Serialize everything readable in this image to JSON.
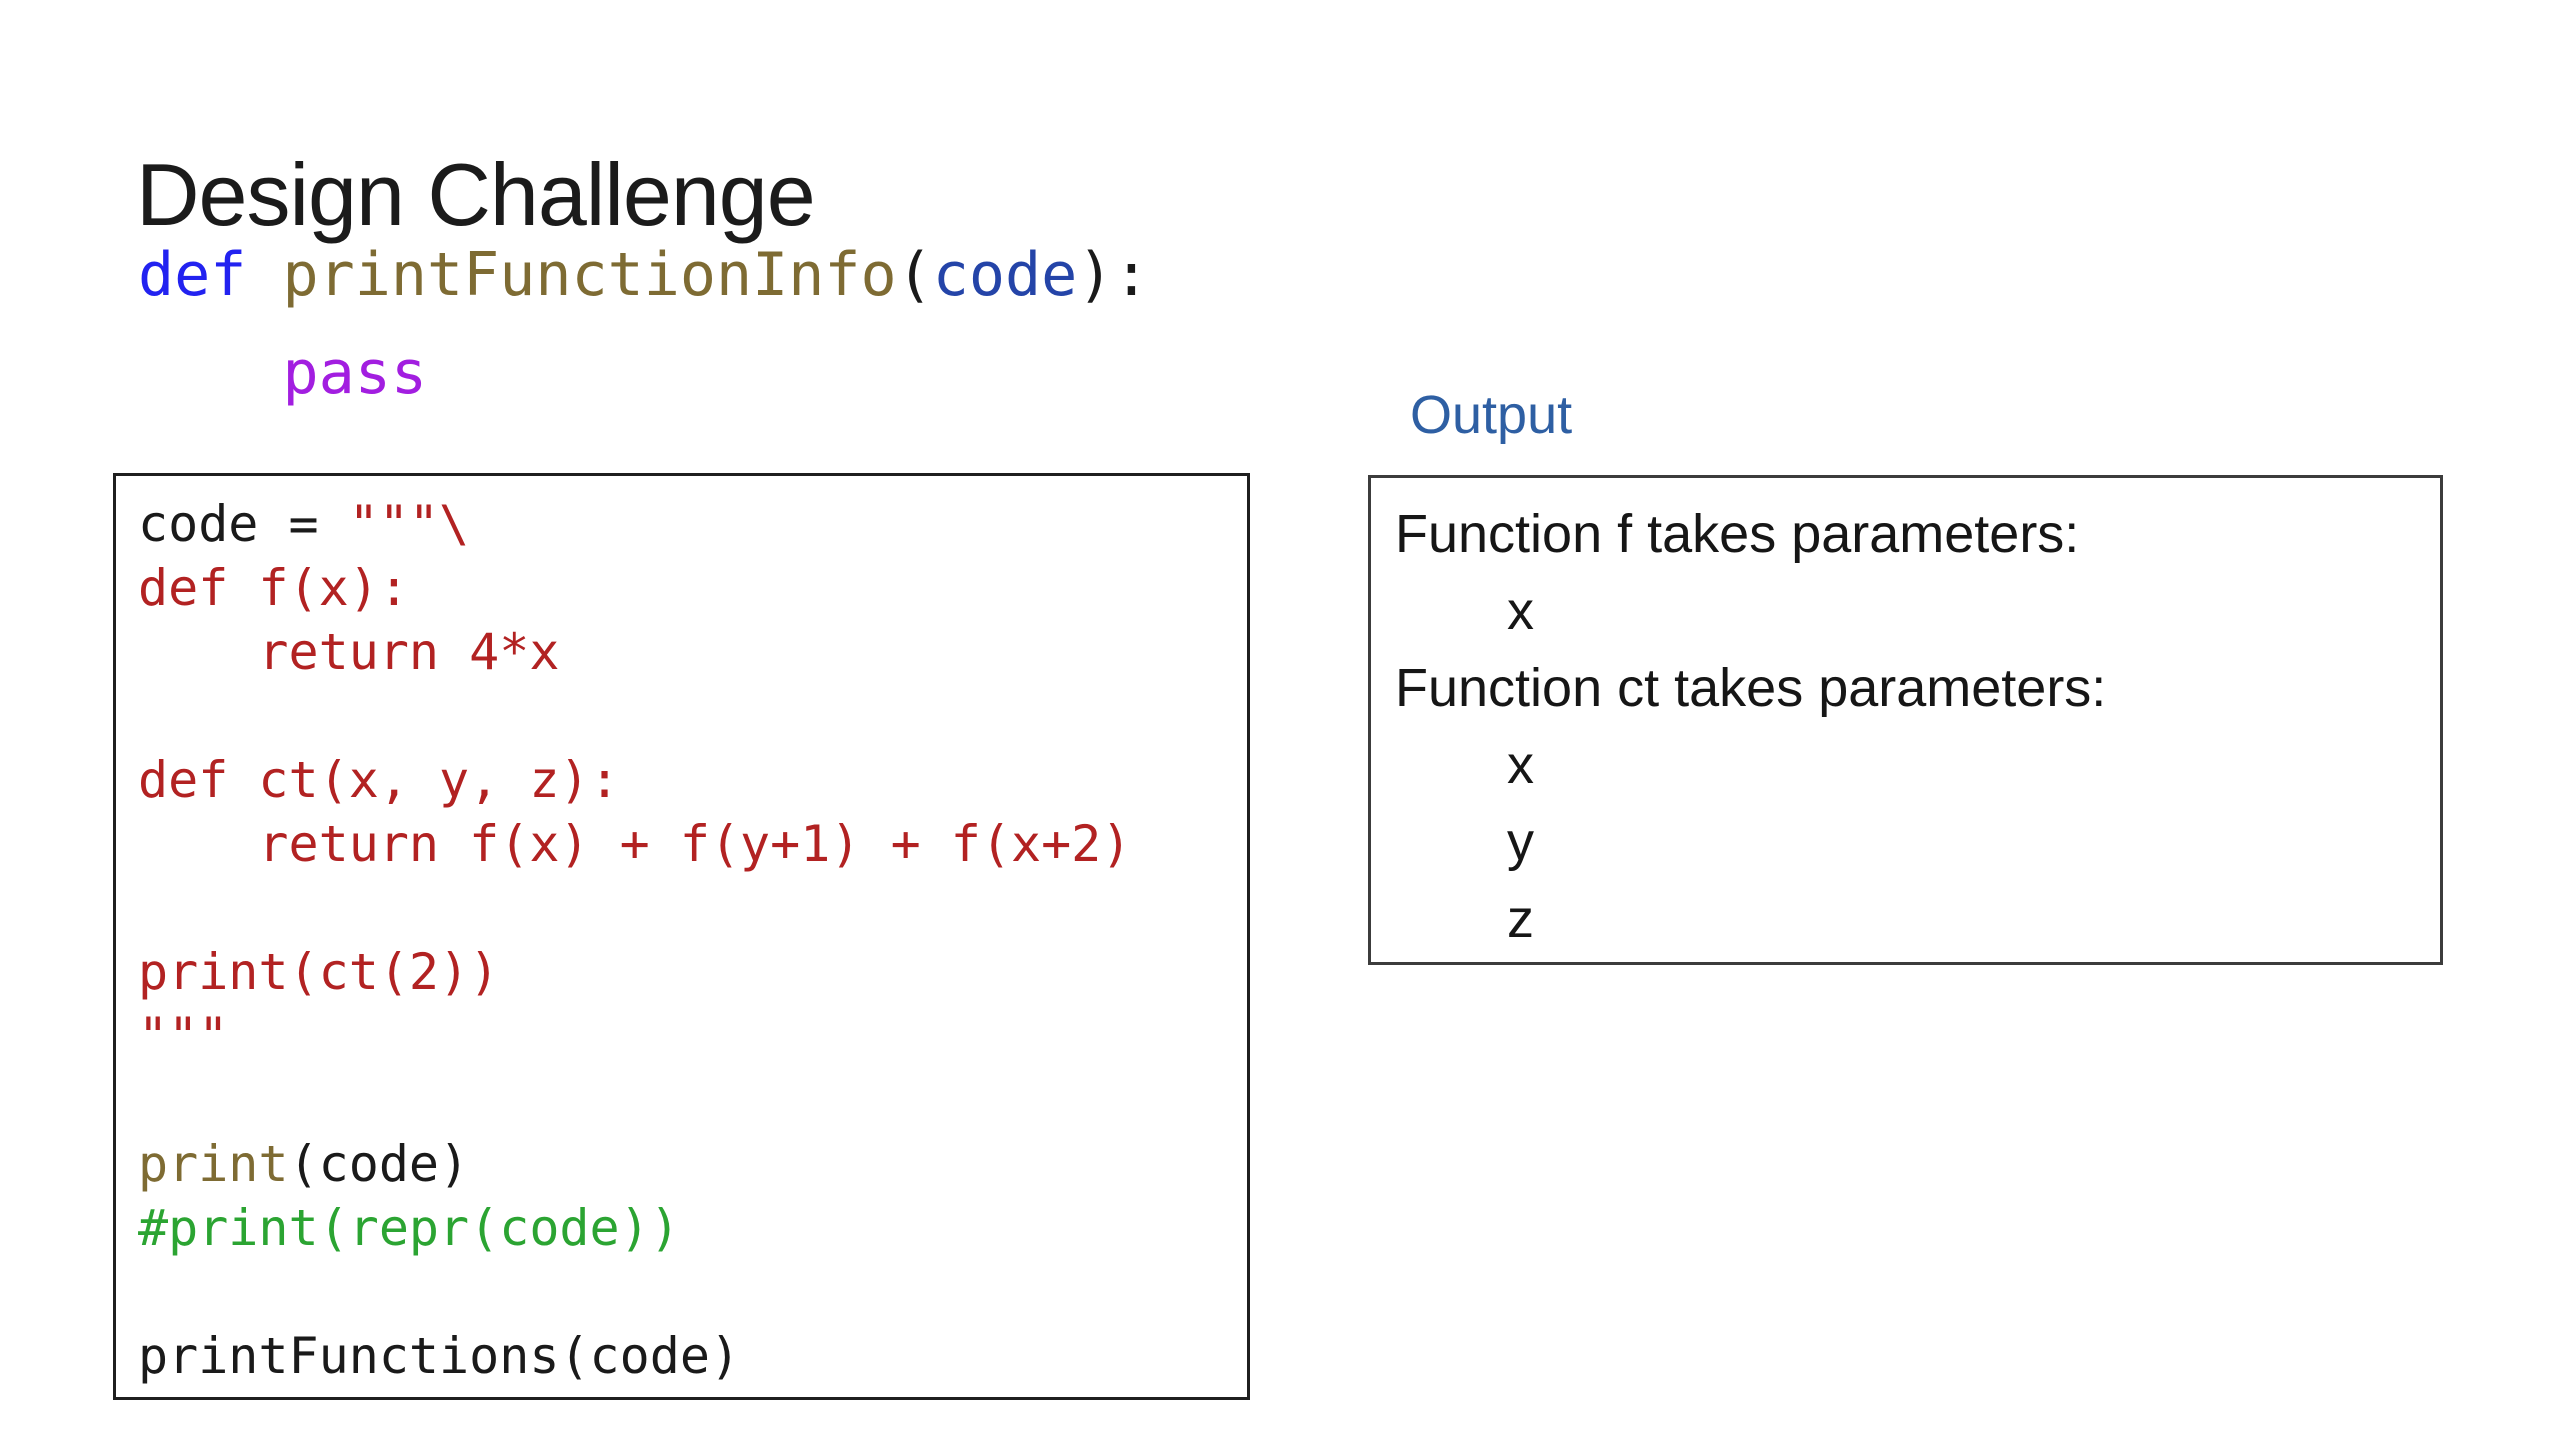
{
  "slide": {
    "title": "Design Challenge",
    "colors": {
      "code_black": "#1a1a1a",
      "keyword_blue": "#2222f0",
      "function_olive": "#7e6b33",
      "param_navy": "#2444a8",
      "keyword_purple": "#a21ee0",
      "string_red": "#b22222",
      "comment_green": "#2ba432",
      "output_label_blue": "#2e5fa3",
      "box_border": "#1f1f1f",
      "output_box_border": "#3c3c3c"
    },
    "header_code": {
      "lines": [
        [
          [
            "kw",
            "def"
          ],
          [
            "plain",
            " "
          ],
          [
            "fn",
            "printFunctionInfo"
          ],
          [
            "plain",
            "("
          ],
          [
            "param",
            "code"
          ],
          [
            "plain",
            "):"
          ]
        ],
        [
          [
            "plain",
            "    "
          ],
          [
            "kw2",
            "pass"
          ]
        ]
      ]
    },
    "code_box": {
      "lines": [
        [
          [
            "plain",
            "code = "
          ],
          [
            "str",
            "\"\"\"\\"
          ]
        ],
        [
          [
            "str",
            "def f(x):"
          ]
        ],
        [
          [
            "str",
            "    return 4*x"
          ]
        ],
        [],
        [
          [
            "str",
            "def ct(x, y, z):"
          ]
        ],
        [
          [
            "str",
            "    return f(x) + f(y+1) + f(x+2)"
          ]
        ],
        [],
        [
          [
            "str",
            "print(ct(2))"
          ]
        ],
        [
          [
            "str",
            "\"\"\""
          ]
        ],
        [],
        [
          [
            "fn",
            "print"
          ],
          [
            "plain",
            "(code)"
          ]
        ],
        [
          [
            "cmt",
            "#print(repr(code))"
          ]
        ],
        [],
        [
          [
            "plain",
            "printFunctions(code)"
          ]
        ]
      ]
    },
    "output": {
      "label": "Output",
      "lines": [
        {
          "text": "Function f takes parameters:",
          "indent": false
        },
        {
          "text": "x",
          "indent": true
        },
        {
          "text": "Function ct takes parameters:",
          "indent": false
        },
        {
          "text": "x",
          "indent": true
        },
        {
          "text": "y",
          "indent": true
        },
        {
          "text": "z",
          "indent": true
        }
      ]
    }
  }
}
